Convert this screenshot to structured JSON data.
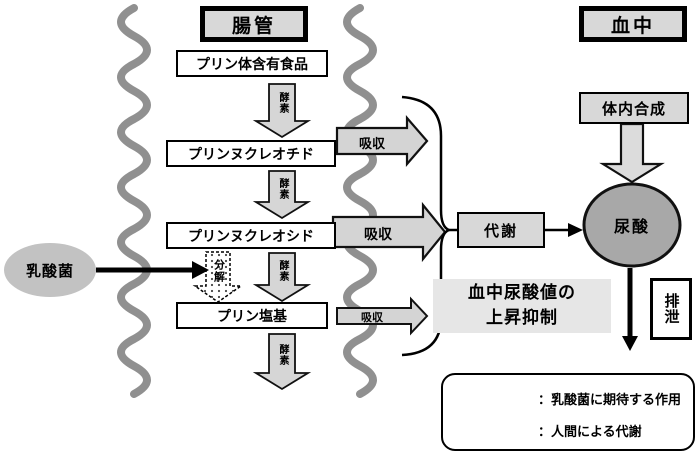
{
  "header": {
    "intestine": "腸管",
    "blood": "血中"
  },
  "intestine_flow": {
    "boxes": {
      "food": "プリン体含有食品",
      "nucleotide": "プリンヌクレオチド",
      "nucleoside": "プリンヌクレオシド",
      "base": "プリン塩基"
    },
    "enzyme_arrow_label": "酵素",
    "bacteria_arrow_label": "分解",
    "absorption_label": "吸収"
  },
  "bacteria": {
    "label": "乳酸菌"
  },
  "blood_flow": {
    "metabolism": "代謝",
    "synthesis": "体内合成",
    "uric_acid": "尿酸",
    "excretion": "排泄",
    "suppression_line1": "血中尿酸値の",
    "suppression_line2": "上昇抑制"
  },
  "legend": {
    "dotted": "：乳酸菌に期待する作用",
    "gray": "：人間による代謝"
  },
  "colors": {
    "box_fill": "#d8d8d8",
    "arrow_fill": "#d6d6d6",
    "uric_acid_fill": "#a8a8a8",
    "bacteria_fill": "#c2c2c2",
    "intestine_wall": "#909090",
    "suppression_bg": "#e6e6e6"
  }
}
